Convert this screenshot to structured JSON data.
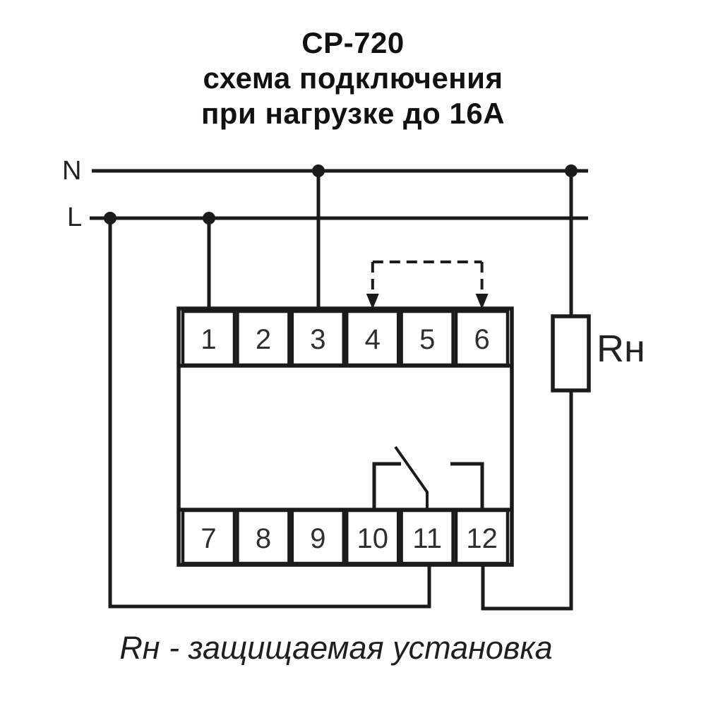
{
  "title": {
    "line1": "CP-720",
    "line2": "схема подключения",
    "line3": "при нагрузке до 16А"
  },
  "bus": {
    "neutral_label": "N",
    "line_label": "L"
  },
  "device": {
    "top_terminals": [
      "1",
      "2",
      "3",
      "4",
      "5",
      "6"
    ],
    "bottom_terminals": [
      "7",
      "8",
      "9",
      "10",
      "11",
      "12"
    ]
  },
  "load": {
    "label": "Rн"
  },
  "caption": {
    "text": "Rн - защищаемая установка"
  },
  "colors": {
    "ink": "#1b1b1b",
    "background": "#ffffff"
  }
}
